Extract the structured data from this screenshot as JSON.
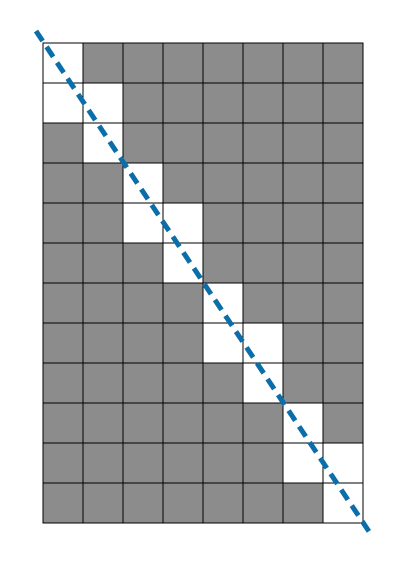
{
  "diagram": {
    "rows": 12,
    "cols": 8,
    "white_cells": [
      [
        0,
        0
      ],
      [
        1,
        0
      ],
      [
        1,
        1
      ],
      [
        2,
        1
      ],
      [
        3,
        2
      ],
      [
        4,
        2
      ],
      [
        4,
        3
      ],
      [
        5,
        3
      ],
      [
        6,
        4
      ],
      [
        7,
        4
      ],
      [
        7,
        5
      ],
      [
        8,
        5
      ],
      [
        9,
        6
      ],
      [
        10,
        6
      ],
      [
        10,
        7
      ],
      [
        11,
        7
      ]
    ],
    "colors": {
      "shaded_cell": "#8c8c8c",
      "white_cell": "#ffffff",
      "grid_line": "#000000",
      "diagonal_line": "#0b6ea8"
    },
    "diagonal": {
      "style": "dashed",
      "from": "top-left",
      "to": "bottom-right"
    }
  }
}
